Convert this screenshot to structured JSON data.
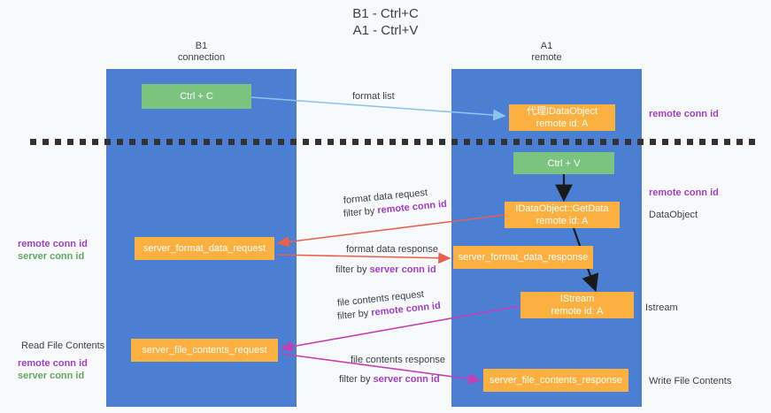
{
  "title": "B1 - Ctrl+C\nA1 - Ctrl+V",
  "columns": [
    {
      "id": "b1",
      "label": "B1\nconnection"
    },
    {
      "id": "a1",
      "label": "A1\nremote"
    }
  ],
  "nodes": {
    "ctrl_c": "Ctrl + C",
    "ctrl_v": "Ctrl + V",
    "proxy_dataobject": "代理IDataObject\nremote id: A",
    "getdata": "IDataObject::GetData\nremote id: A",
    "server_format_data_request": "server_format_data_request",
    "server_format_data_response": "server_format_data_response",
    "istream": "IStream\nremote id: A",
    "server_file_contents_request": "server_file_contents_request",
    "server_file_contents_response": "server_file_contents_response"
  },
  "edges": {
    "format_list": "format list",
    "format_data_request": "format data request",
    "format_data_request_filter_prefix": "filter by ",
    "format_data_request_filter_value": "remote conn id",
    "format_data_response": "format data response",
    "format_data_response_filter_prefix": "filter by ",
    "format_data_response_filter_value": "server conn id",
    "file_contents_request": "file contents request",
    "file_contents_request_filter_prefix": "filter by ",
    "file_contents_request_filter_value": "remote conn id",
    "file_contents_response": "file contents response",
    "file_contents_response_filter_prefix": "filter by ",
    "file_contents_response_filter_value": "server conn id"
  },
  "annotations": {
    "remote_conn_id_top": "remote conn id",
    "remote_conn_id_mid": "remote conn id",
    "dataobject": "DataObject",
    "istream": "Istream",
    "write_file_contents": "Write File Contents",
    "read_file_contents": "Read File Contents",
    "remote_conn_id": "remote conn id",
    "server_conn_id": "server conn id"
  },
  "colors": {
    "lane": "#4a7fd4",
    "node_green": "#7bc47f",
    "node_orange": "#fbb040",
    "purple": "#a13fc4",
    "green_text": "#5fa860",
    "arrow_lightblue": "#8ec4e8",
    "arrow_red": "#e8604c",
    "arrow_magenta": "#c43fb4",
    "arrow_black": "#1a1a1a",
    "background": "#f8f9fa"
  }
}
